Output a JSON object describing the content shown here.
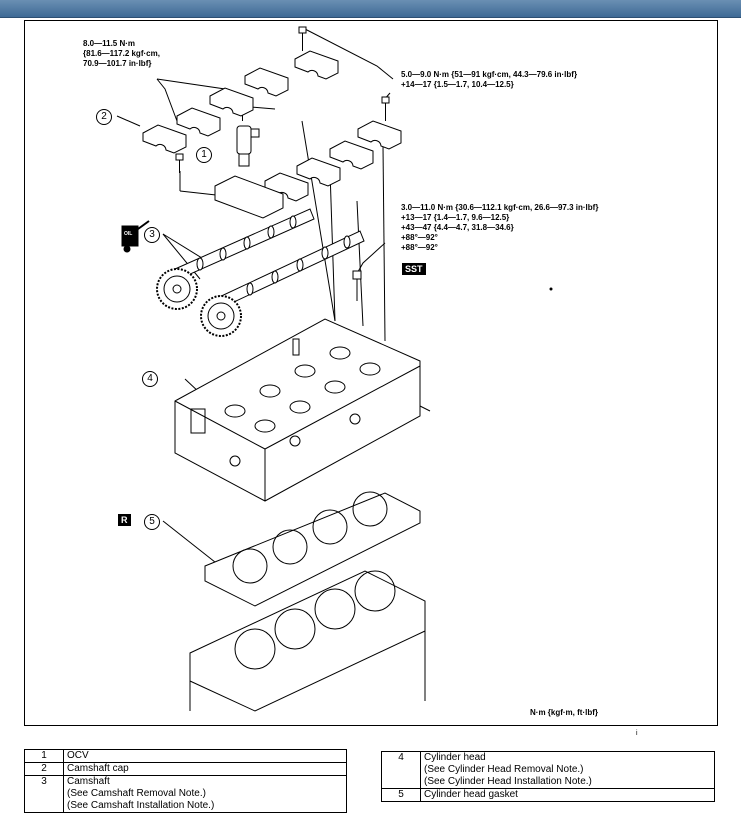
{
  "torque_specs": {
    "ocv_bolt": [
      "8.0—11.5 N·m",
      "{81.6—117.2 kgf·cm,",
      "70.9—101.7 in·lbf}"
    ],
    "cap_bolt": [
      "5.0—9.0 N·m {51—91 kgf·cm, 44.3—79.6 in·lbf}",
      "+14—17 {1.5—1.7, 10.4—12.5}"
    ],
    "head_bolt": [
      "3.0—11.0 N·m {30.6—112.1 kgf·cm, 26.6—97.3 in·lbf}",
      "+13—17 {1.4—1.7, 9.6—12.5}",
      "+43—47 {4.4—4.7, 31.8—34.6}",
      "+88°—92°",
      "+88°—92°"
    ]
  },
  "callouts": {
    "c1": "1",
    "c2": "2",
    "c3": "3",
    "c4": "4",
    "c5": "5"
  },
  "labels": {
    "sst": "SST",
    "replace": "R",
    "oil": "OIL",
    "units": "N·m {kgf·m, ft·lbf}",
    "corner_mark": "i"
  },
  "parts_left": [
    {
      "num": "1",
      "name": "OCV",
      "notes": []
    },
    {
      "num": "2",
      "name": "Camshaft cap",
      "notes": []
    },
    {
      "num": "3",
      "name": "Camshaft",
      "notes": [
        "(See Camshaft Removal Note.)",
        "(See Camshaft Installation Note.)"
      ]
    }
  ],
  "parts_right": [
    {
      "num": "4",
      "name": "Cylinder head",
      "notes": [
        "(See Cylinder Head Removal Note.)",
        "(See Cylinder Head Installation Note.)"
      ]
    },
    {
      "num": "5",
      "name": "Cylinder head gasket",
      "notes": []
    }
  ],
  "colors": {
    "header_bar": "#4a76a0"
  }
}
